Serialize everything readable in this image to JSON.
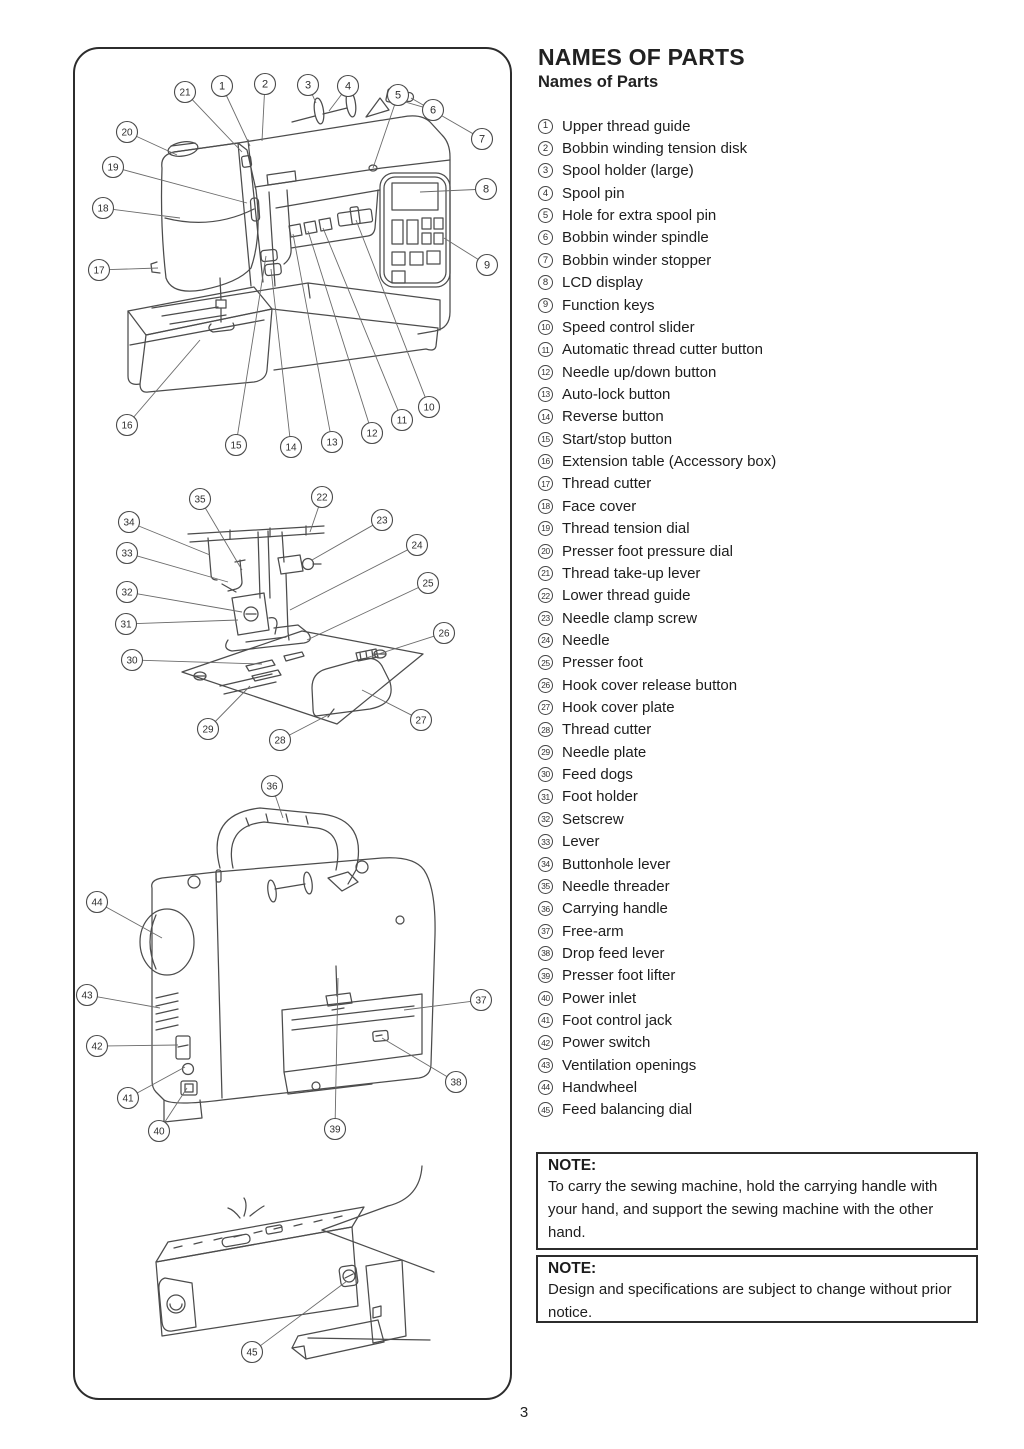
{
  "header": {
    "title": "NAMES OF PARTS",
    "subtitle": "Names of Parts"
  },
  "parts": [
    {
      "num": "1",
      "label": "Upper thread guide"
    },
    {
      "num": "2",
      "label": "Bobbin winding tension disk"
    },
    {
      "num": "3",
      "label": "Spool holder (large)"
    },
    {
      "num": "4",
      "label": "Spool pin"
    },
    {
      "num": "5",
      "label": "Hole for extra spool pin"
    },
    {
      "num": "6",
      "label": "Bobbin winder spindle"
    },
    {
      "num": "7",
      "label": "Bobbin winder stopper"
    },
    {
      "num": "8",
      "label": "LCD display"
    },
    {
      "num": "9",
      "label": "Function keys"
    },
    {
      "num": "10",
      "label": "Speed control slider"
    },
    {
      "num": "11",
      "label": "Automatic thread cutter button"
    },
    {
      "num": "12",
      "label": "Needle up/down button"
    },
    {
      "num": "13",
      "label": "Auto-lock button"
    },
    {
      "num": "14",
      "label": "Reverse button"
    },
    {
      "num": "15",
      "label": "Start/stop button"
    },
    {
      "num": "16",
      "label": "Extension table (Accessory box)"
    },
    {
      "num": "17",
      "label": "Thread cutter"
    },
    {
      "num": "18",
      "label": "Face cover"
    },
    {
      "num": "19",
      "label": "Thread tension dial"
    },
    {
      "num": "20",
      "label": "Presser foot pressure dial"
    },
    {
      "num": "21",
      "label": "Thread take-up lever"
    },
    {
      "num": "22",
      "label": "Lower thread guide"
    },
    {
      "num": "23",
      "label": "Needle clamp screw"
    },
    {
      "num": "24",
      "label": "Needle"
    },
    {
      "num": "25",
      "label": "Presser foot"
    },
    {
      "num": "26",
      "label": "Hook cover release button"
    },
    {
      "num": "27",
      "label": "Hook cover plate"
    },
    {
      "num": "28",
      "label": "Thread cutter"
    },
    {
      "num": "29",
      "label": "Needle plate"
    },
    {
      "num": "30",
      "label": "Feed dogs"
    },
    {
      "num": "31",
      "label": "Foot holder"
    },
    {
      "num": "32",
      "label": "Setscrew"
    },
    {
      "num": "33",
      "label": "Lever"
    },
    {
      "num": "34",
      "label": "Buttonhole lever"
    },
    {
      "num": "35",
      "label": "Needle threader"
    },
    {
      "num": "36",
      "label": "Carrying handle"
    },
    {
      "num": "37",
      "label": "Free-arm"
    },
    {
      "num": "38",
      "label": "Drop feed lever"
    },
    {
      "num": "39",
      "label": "Presser foot lifter"
    },
    {
      "num": "40",
      "label": "Power inlet"
    },
    {
      "num": "41",
      "label": "Foot control jack"
    },
    {
      "num": "42",
      "label": "Power switch"
    },
    {
      "num": "43",
      "label": "Ventilation openings"
    },
    {
      "num": "44",
      "label": "Handwheel"
    },
    {
      "num": "45",
      "label": "Feed balancing dial"
    }
  ],
  "diagrams": {
    "front": {
      "callouts": [
        "21",
        "1",
        "2",
        "3",
        "4",
        "5",
        "6",
        "7",
        "20",
        "19",
        "18",
        "17",
        "8",
        "9",
        "16",
        "15",
        "14",
        "13",
        "12",
        "11",
        "10"
      ]
    },
    "needle": {
      "callouts": [
        "35",
        "22",
        "23",
        "34",
        "33",
        "24",
        "32",
        "25",
        "31",
        "26",
        "30",
        "29",
        "28",
        "27"
      ]
    },
    "rear": {
      "callouts": [
        "36",
        "44",
        "43",
        "42",
        "41",
        "40",
        "39",
        "38",
        "37"
      ]
    },
    "freearm": {
      "callouts": [
        "45"
      ]
    }
  },
  "notes": [
    {
      "heading": "NOTE:",
      "text": "To carry the sewing machine, hold the carrying handle with your hand, and support the sewing machine with the other hand."
    },
    {
      "heading": "NOTE:",
      "text": "Design and specifications are subject to change without prior notice."
    }
  ],
  "page": {
    "number": "3"
  }
}
